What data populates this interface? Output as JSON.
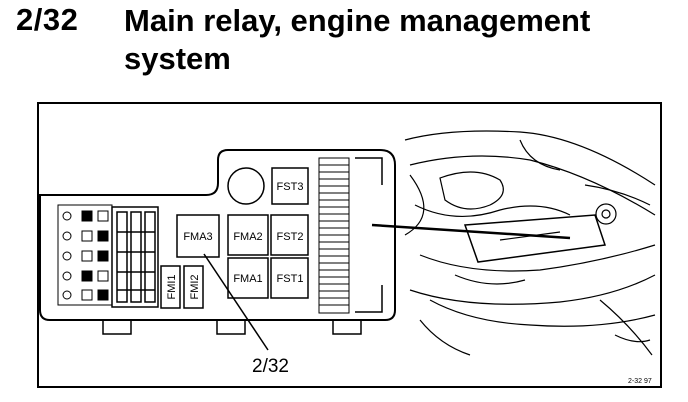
{
  "header": {
    "section_number": "2/32",
    "title": "Main relay, engine management system"
  },
  "diagram": {
    "relays": {
      "fst3": "FST3",
      "fma3": "FMA3",
      "fma2": "FMA2",
      "fst2": "FST2",
      "fma1": "FMA1",
      "fst1": "FST1",
      "fmi1": "FMI1",
      "fmi2": "FMI2"
    },
    "callout_label": "2/32",
    "figure_ref": "2-32 97"
  }
}
